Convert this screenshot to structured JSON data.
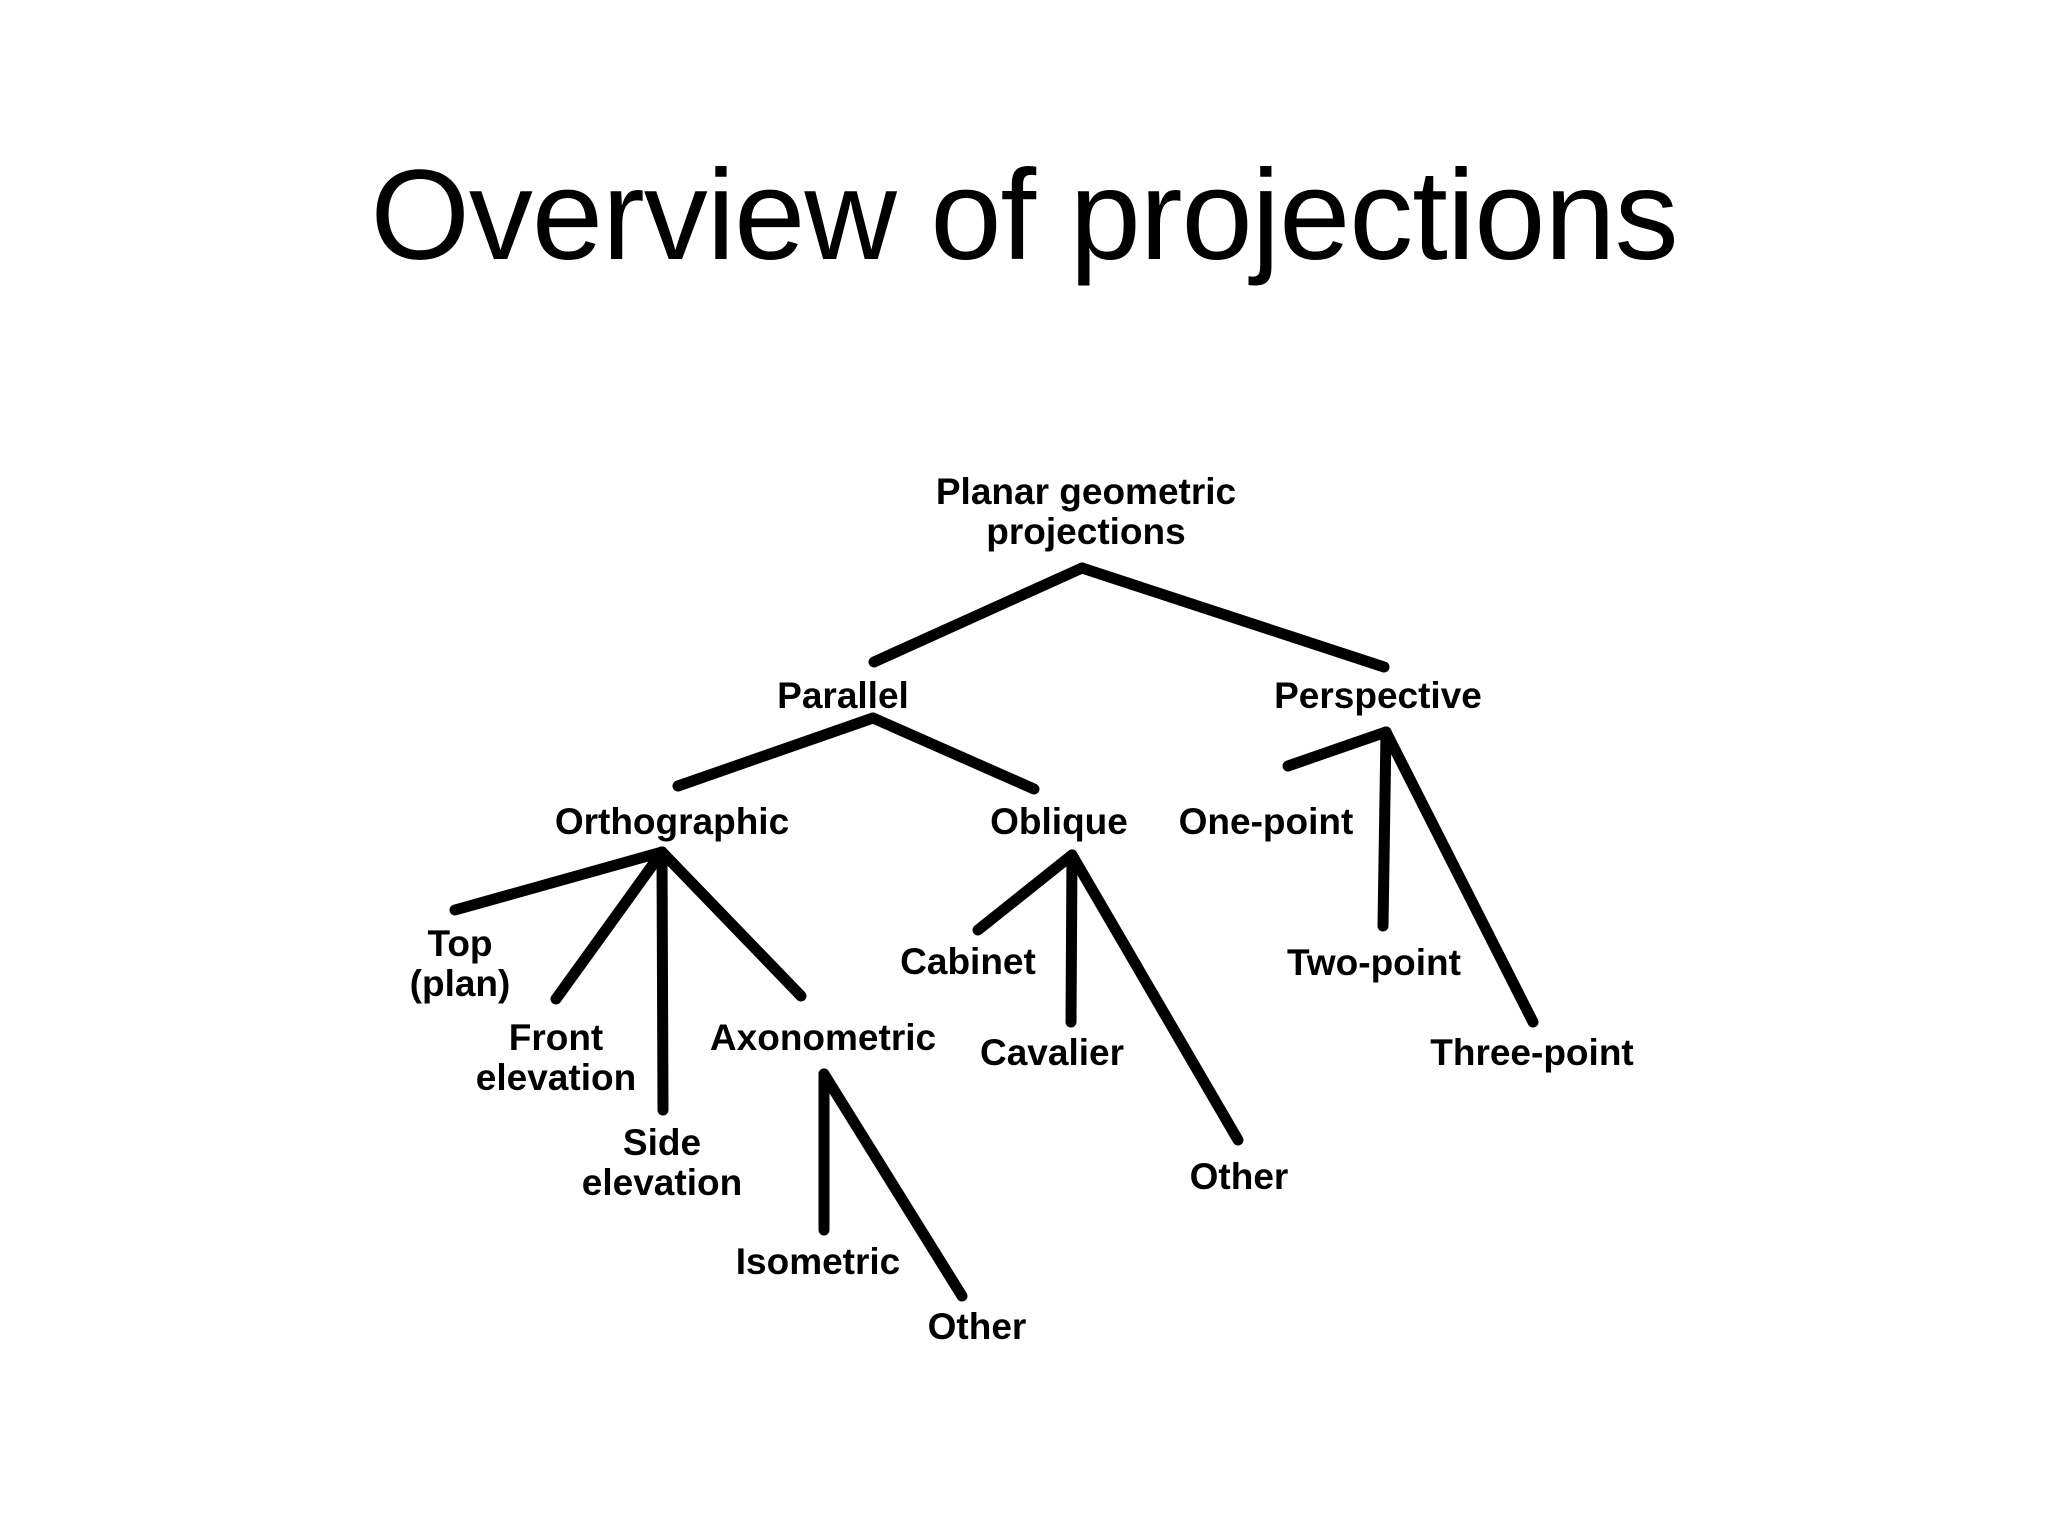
{
  "slide": {
    "title": "Overview of projections",
    "background_color": "#ffffff",
    "text_color": "#000000"
  },
  "diagram": {
    "type": "tree",
    "title": "Planar geometric projections taxonomy",
    "nodes": {
      "root": "Planar geometric\nprojections",
      "parallel": "Parallel",
      "perspective": "Perspective",
      "orthographic": "Orthographic",
      "oblique": "Oblique",
      "one_point": "One-point",
      "two_point": "Two-point",
      "three_point": "Three-point",
      "top_plan": "Top\n(plan)",
      "front_elevation": "Front\nelevation",
      "side_elevation": "Side\nelevation",
      "axonometric": "Axonometric",
      "isometric": "Isometric",
      "other_axonometric": "Other",
      "cabinet": "Cabinet",
      "cavalier": "Cavalier",
      "other_oblique": "Other"
    },
    "edges": [
      {
        "from": "root",
        "to": "parallel"
      },
      {
        "from": "root",
        "to": "perspective"
      },
      {
        "from": "parallel",
        "to": "orthographic"
      },
      {
        "from": "parallel",
        "to": "oblique"
      },
      {
        "from": "orthographic",
        "to": "top_plan"
      },
      {
        "from": "orthographic",
        "to": "front_elevation"
      },
      {
        "from": "orthographic",
        "to": "side_elevation"
      },
      {
        "from": "orthographic",
        "to": "axonometric"
      },
      {
        "from": "axonometric",
        "to": "isometric"
      },
      {
        "from": "axonometric",
        "to": "other_axonometric"
      },
      {
        "from": "oblique",
        "to": "cabinet"
      },
      {
        "from": "oblique",
        "to": "cavalier"
      },
      {
        "from": "oblique",
        "to": "other_oblique"
      },
      {
        "from": "perspective",
        "to": "one_point"
      },
      {
        "from": "perspective",
        "to": "two_point"
      },
      {
        "from": "perspective",
        "to": "three_point"
      }
    ],
    "line_color": "#000000"
  }
}
